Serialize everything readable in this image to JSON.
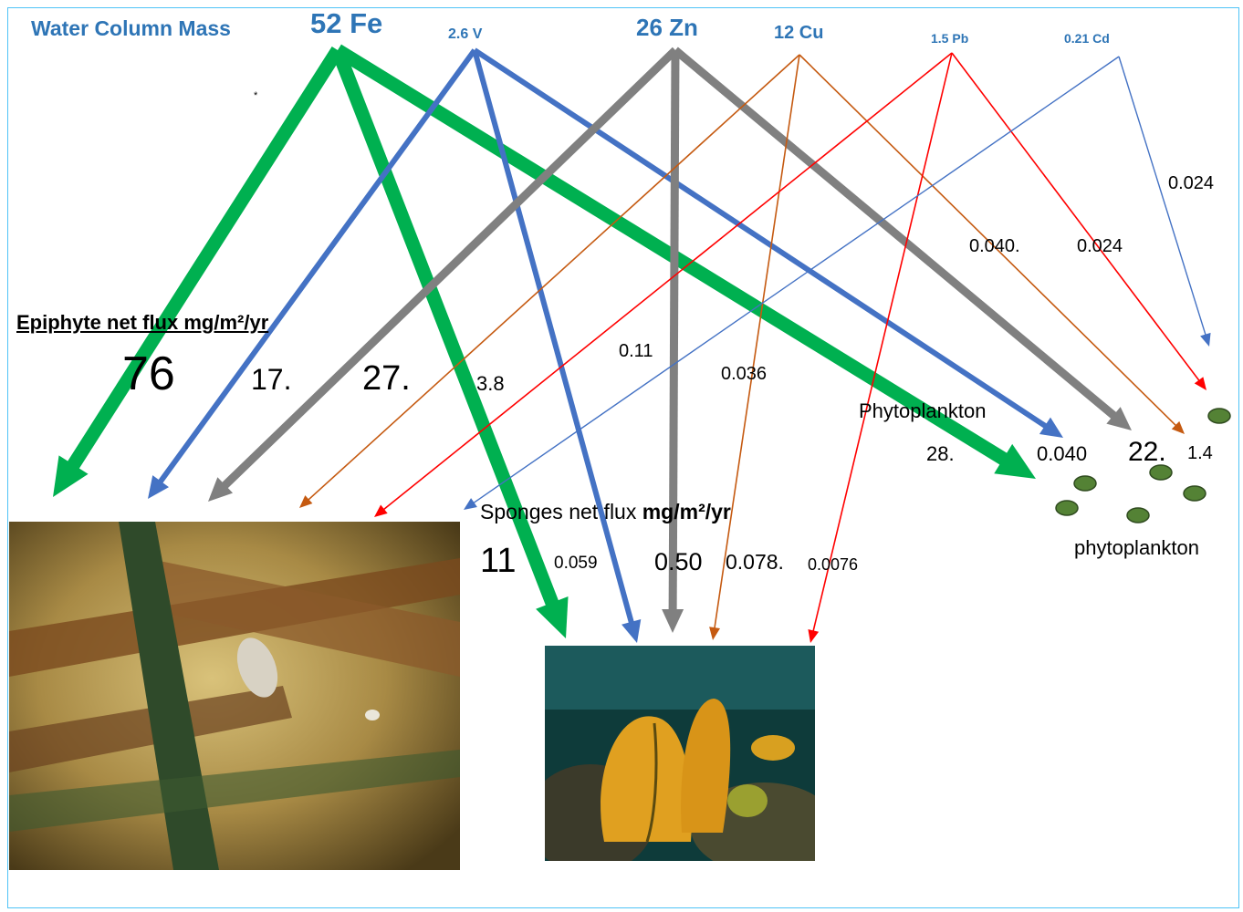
{
  "header": {
    "title": "Water Column Mass",
    "metals": [
      {
        "label": "52 Fe",
        "color": "#00b050"
      },
      {
        "label": "2.6 V",
        "color": "#4472c4"
      },
      {
        "label": "26  Zn",
        "color": "#808080"
      },
      {
        "label": "12 Cu",
        "color": "#c55a11"
      },
      {
        "label": "1.5 Pb",
        "color": "#ff0000"
      },
      {
        "label": "0.21 Cd",
        "color": "#4472c4"
      }
    ]
  },
  "epiphyte": {
    "title": "Epiphyte net flux mg/m²/yr",
    "values": [
      "76",
      "17.",
      "27.",
      "3.8",
      "0.11",
      "0.036"
    ]
  },
  "sponges": {
    "title_plain": "Sponges net flux ",
    "title_bold": "mg/m²/yr",
    "values": [
      "11",
      "0.059",
      "0.50",
      "0.078.",
      "0.0076"
    ]
  },
  "phytoplankton": {
    "title": "Phytoplankton",
    "caption": "phytoplankton",
    "values": [
      "28.",
      "0.040",
      "22.",
      "1.4",
      "0.040.",
      "0.024",
      "0.024"
    ]
  },
  "stray_mark": "*"
}
